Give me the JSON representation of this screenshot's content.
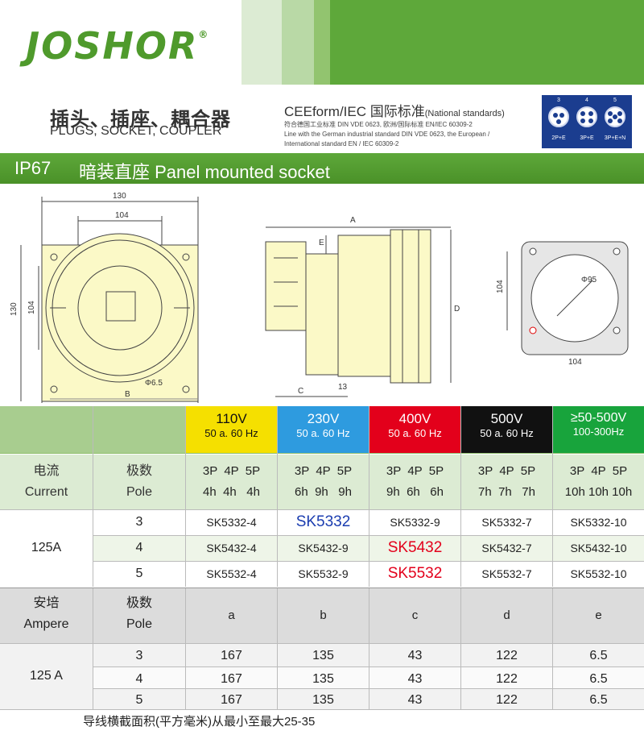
{
  "brand": {
    "logo": "JOSHOR",
    "reg": "®"
  },
  "colors": {
    "green": "#5ea83a",
    "yellow": "#f5e000",
    "blue": "#2e9bdf",
    "red": "#e3001b",
    "black": "#111111",
    "green2": "#18a43c",
    "plug_blue": "#1b3d8f"
  },
  "title": {
    "cn": "插头、插座、耦合器",
    "en": "PLUGS, SOCKET, COUPLER"
  },
  "standards": {
    "title": "CEEform/IEC 国际标准",
    "title_small": "(National standards)",
    "lines": [
      "符合德国工业标准 DIN VDE 0623, 欧洲/国际标准 EN/IEC 60309-2",
      "Line with the German industrial standard DIN VDE 0623, the European /",
      "International standard EN / IEC 60309-2"
    ]
  },
  "plugs": [
    {
      "num": "3",
      "label": "2P+E"
    },
    {
      "num": "4",
      "label": "3P+E"
    },
    {
      "num": "5",
      "label": "3P+E+N"
    }
  ],
  "section": {
    "ip": "IP67",
    "name": "暗装直座 Panel mounted socket"
  },
  "drawing": {
    "d130_top": "130",
    "d104_top": "104",
    "d130_left": "130",
    "d104_left": "104",
    "phi65": "Φ6.5",
    "B": "B",
    "A": "A",
    "E": "E",
    "D": "D",
    "C": "C",
    "d13": "13",
    "phi95": "Φ95",
    "d104_r_left": "104",
    "d104_r_bottom": "104"
  },
  "voltages": [
    {
      "v": "110V",
      "f": "50 a. 60 Hz"
    },
    {
      "v": "230V",
      "f": "50 a. 60 Hz"
    },
    {
      "v": "400V",
      "f": "50 a. 60 Hz"
    },
    {
      "v": "500V",
      "f": "50 a. 60 Hz"
    },
    {
      "v": "≥50-500V",
      "f": "100-300Hz"
    }
  ],
  "t1": {
    "h_current": [
      "电流",
      "Current"
    ],
    "h_pole": [
      "极数",
      "Pole"
    ],
    "groups": [
      {
        "poles": "3P  4P  5P",
        "h": "4h  4h   4h"
      },
      {
        "poles": "3P  4P  5P",
        "h": "6h  9h   9h"
      },
      {
        "poles": "3P  4P  5P",
        "h": "9h  6h   6h"
      },
      {
        "poles": "3P  4P  5P",
        "h": "7h  7h   7h"
      },
      {
        "poles": "3P  4P  5P",
        "h": "10h 10h 10h"
      }
    ],
    "current": "125A",
    "rows": [
      {
        "pole": "3",
        "cells": [
          "SK5332-4",
          "SK5332",
          "SK5332-9",
          "SK5332-7",
          "SK5332-10"
        ]
      },
      {
        "pole": "4",
        "cells": [
          "SK5432-4",
          "SK5432-9",
          "SK5432",
          "SK5432-7",
          "SK5432-10"
        ]
      },
      {
        "pole": "5",
        "cells": [
          "SK5532-4",
          "SK5532-9",
          "SK5532",
          "SK5532-7",
          "SK5532-10"
        ]
      }
    ]
  },
  "t2": {
    "h_ampere": [
      "安培",
      "Ampere"
    ],
    "h_pole": [
      "极数",
      "Pole"
    ],
    "cols": [
      "a",
      "b",
      "c",
      "d",
      "e"
    ],
    "current": "125 A",
    "rows": [
      {
        "pole": "3",
        "cells": [
          "167",
          "135",
          "43",
          "122",
          "6.5"
        ]
      },
      {
        "pole": "4",
        "cells": [
          "167",
          "135",
          "43",
          "122",
          "6.5"
        ]
      },
      {
        "pole": "5",
        "cells": [
          "167",
          "135",
          "43",
          "122",
          "6.5"
        ]
      }
    ]
  },
  "note": "导线横截面积(平方毫米)从最小至最大25-35"
}
